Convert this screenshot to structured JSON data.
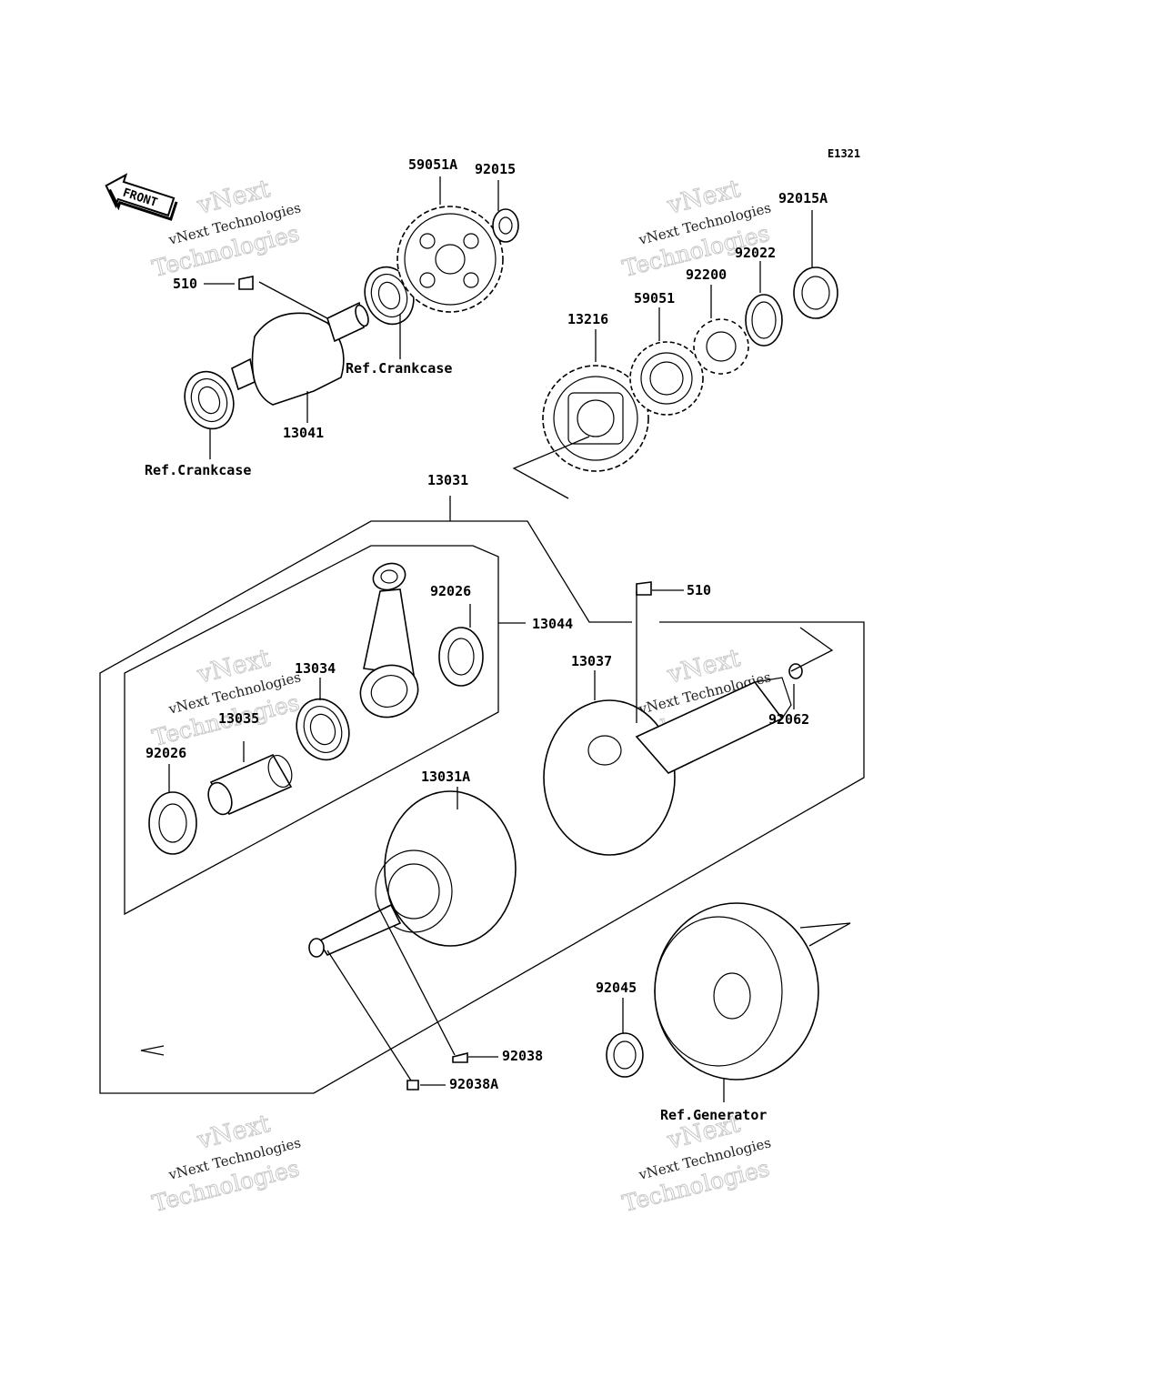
{
  "diagram_code": "E1321",
  "front_label": "FRONT",
  "part_labels": {
    "p59051A": "59051A",
    "p92015": "92015",
    "p92015A": "92015A",
    "p92022": "92022",
    "p92200": "92200",
    "p59051": "59051",
    "p13216": "13216",
    "p510_top": "510",
    "p510_mid": "510",
    "ref_crankcase_1": "Ref.Crankcase",
    "ref_crankcase_2": "Ref.Crankcase",
    "p13041": "13041",
    "p13031": "13031",
    "p13044": "13044",
    "p92026_top": "92026",
    "p92026_left": "92026",
    "p13034": "13034",
    "p13035": "13035",
    "p13037": "13037",
    "p92062": "92062",
    "p13031A": "13031A",
    "p92045": "92045",
    "p92038": "92038",
    "p92038A": "92038A",
    "ref_generator": "Ref.Generator"
  },
  "watermark": {
    "line1": "vNext",
    "line2": "vNext Technologies",
    "line3": "Technologies"
  }
}
